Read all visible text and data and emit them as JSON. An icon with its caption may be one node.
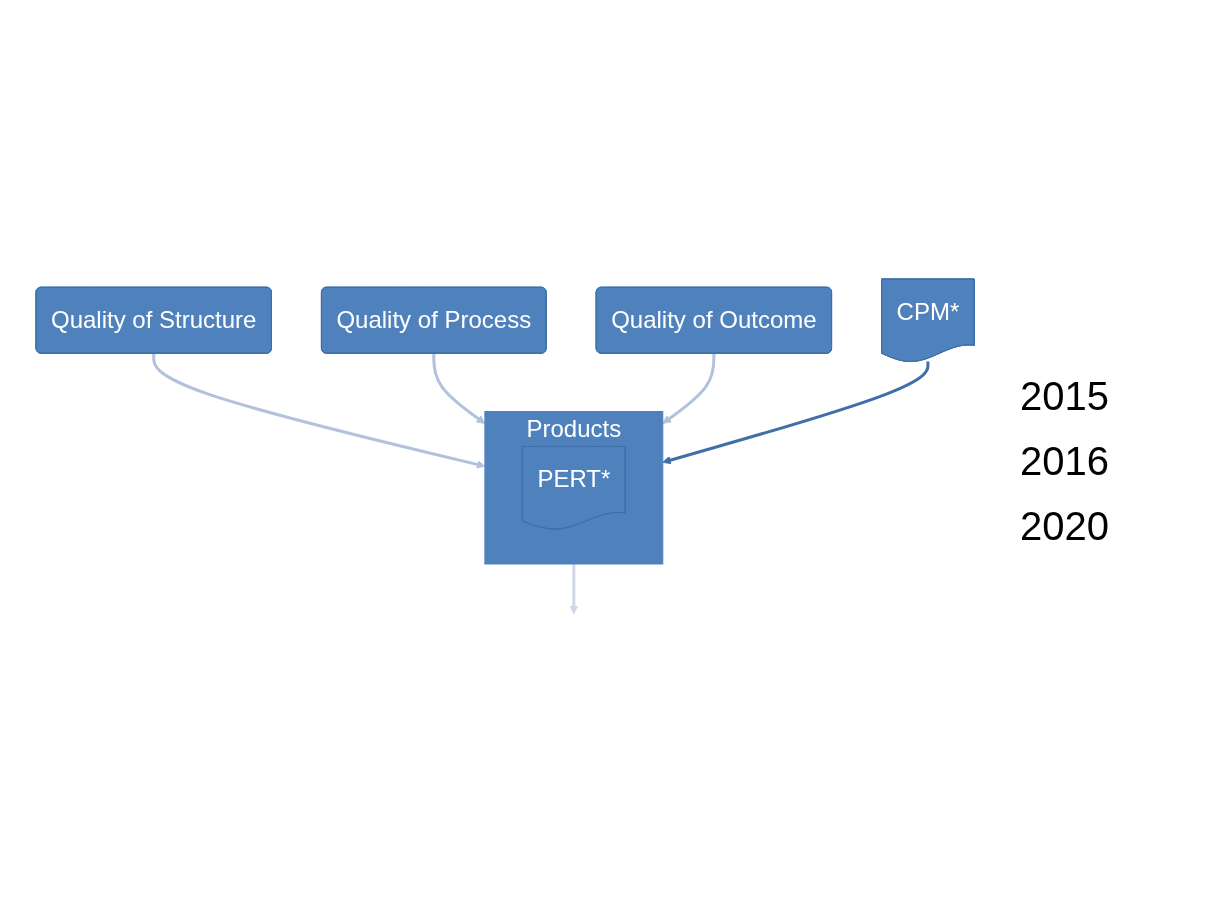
{
  "diagram": {
    "nodes": [
      {
        "text": [
          "Quality of Structure"
        ]
      },
      {
        "text": [
          "Quality of Process"
        ]
      },
      {
        "text": [
          "Quality of Outcome"
        ]
      },
      {
        "text": [
          "Products"
        ]
      },
      {
        "text": [
          "PERT*"
        ],
        "in": 3
      },
      {
        "text": [
          "CPM*"
        ]
      }
    ],
    "edges": [
      {
        "from": 0,
        "to": 3,
        "arrow": "to"
      },
      {
        "from": 1,
        "to": 3,
        "arrow": "to"
      },
      {
        "from": 2,
        "to": 3,
        "arrow": "to"
      },
      {
        "from": 5,
        "to": 3,
        "arrow": "to",
        "color": "#3f6fa8"
      },
      {
        "from": 3,
        "to": null,
        "arrow": "to",
        "color": "#d0d8e8"
      }
    ],
    "labels": [
      "2015",
      "2016",
      "2020"
    ]
  }
}
